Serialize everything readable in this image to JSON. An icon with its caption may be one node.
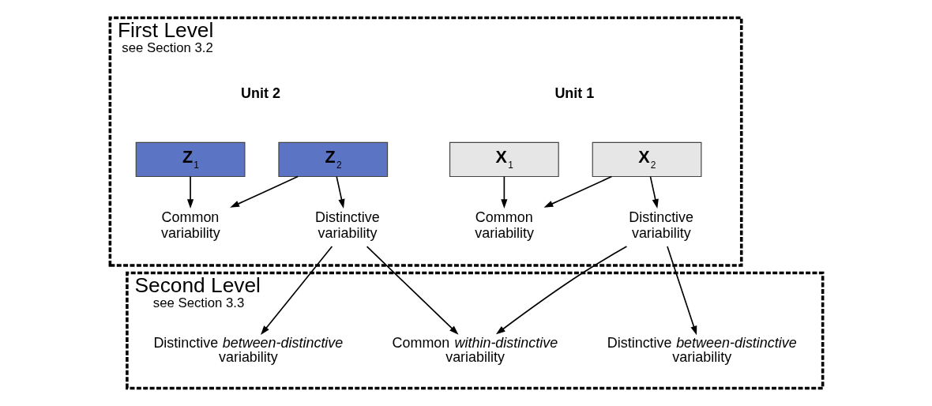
{
  "diagram": {
    "nodes": [
      {
        "text": [
          "First Level",
          "see Section 3.2"
        ]
      },
      {
        "text": [
          "X$_{1}$"
        ],
        "in": 0
      },
      {
        "text": [
          "X$_{2}$"
        ],
        "in": 0
      },
      {
        "text": [
          "Z$_{1}$"
        ],
        "in": 0
      },
      {
        "text": [
          "Z$_{2}$"
        ],
        "in": 0
      },
      {
        "text": [
          "Common variability"
        ],
        "in": 0
      },
      {
        "text": [
          "Distinctive variability"
        ],
        "in": 0
      },
      {
        "text": [
          "Common variability"
        ],
        "in": 0
      },
      {
        "text": [
          "Distinctive variability"
        ],
        "in": 0
      },
      {
        "text": [
          "Second Level",
          "see Section 3.3"
        ]
      },
      {
        "text": [
          "Distinctive *between-distinctive* variability"
        ],
        "in": 9
      },
      {
        "text": [
          "Common *within-distinctive* variability"
        ],
        "in": 9
      },
      {
        "text": [
          "Distinctive *between-distinctive* variability"
        ],
        "in": 9
      }
    ],
    "edges": [
      {
        "from": 1,
        "to": 5,
        "arrow": "to"
      },
      {
        "from": 2,
        "to": 5,
        "arrow": "to"
      },
      {
        "from": 2,
        "to": 6,
        "arrow": "to"
      },
      {
        "from": 3,
        "to": 7,
        "arrow": "to"
      },
      {
        "from": 4,
        "to": 7,
        "arrow": "to"
      },
      {
        "from": 4,
        "to": 8,
        "arrow": "to"
      },
      {
        "from": 6,
        "to": 10,
        "arrow": "to"
      },
      {
        "from": 6,
        "to": 11,
        "arrow": "to"
      },
      {
        "from": 8,
        "to": 11,
        "arrow": "to"
      },
      {
        "from": 8,
        "to": 12,
        "arrow": "to"
      }
    ],
    "labels": [
      "Unit 1",
      "Unit 2"
    ]
  }
}
